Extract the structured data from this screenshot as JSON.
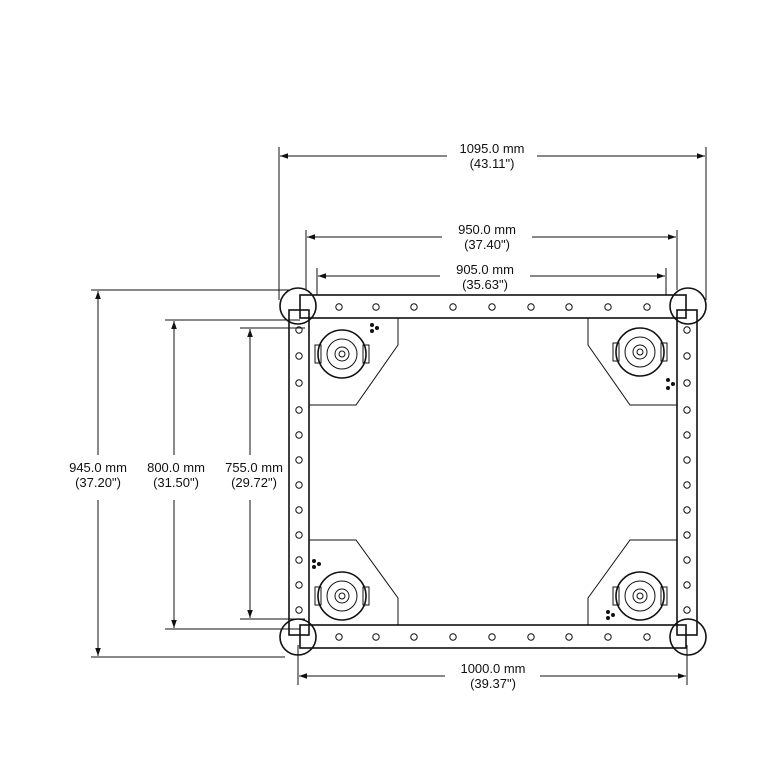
{
  "dimensions": {
    "overall_width": {
      "metric": "1095.0 mm",
      "imperial": "(43.11\")"
    },
    "outer_width": {
      "metric": "950.0 mm",
      "imperial": "(37.40\")"
    },
    "inner_width": {
      "metric": "905.0 mm",
      "imperial": "(35.63\")"
    },
    "overall_height": {
      "metric": "945.0 mm",
      "imperial": "(37.20\")"
    },
    "outer_height": {
      "metric": "800.0 mm",
      "imperial": "(31.50\")"
    },
    "inner_height": {
      "metric": "755.0 mm",
      "imperial": "(29.72\")"
    },
    "bottom_width": {
      "metric": "1000.0 mm",
      "imperial": "(39.37\")"
    }
  }
}
